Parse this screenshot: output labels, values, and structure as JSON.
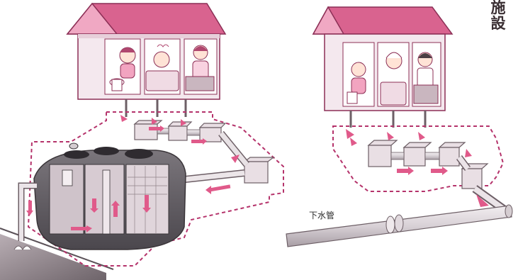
{
  "side_label": [
    "施",
    "設"
  ],
  "sewer_label": "下水管",
  "colors": {
    "roof": "#d9638f",
    "wall": "#f4e8ee",
    "dashed_border": "#b5336b",
    "arrow": "#e05a8a",
    "tank_body": "#6f6b70",
    "tank_dark": "#4e4a50",
    "pipe": "#d9d4d8",
    "ground": "#8a7f86"
  }
}
